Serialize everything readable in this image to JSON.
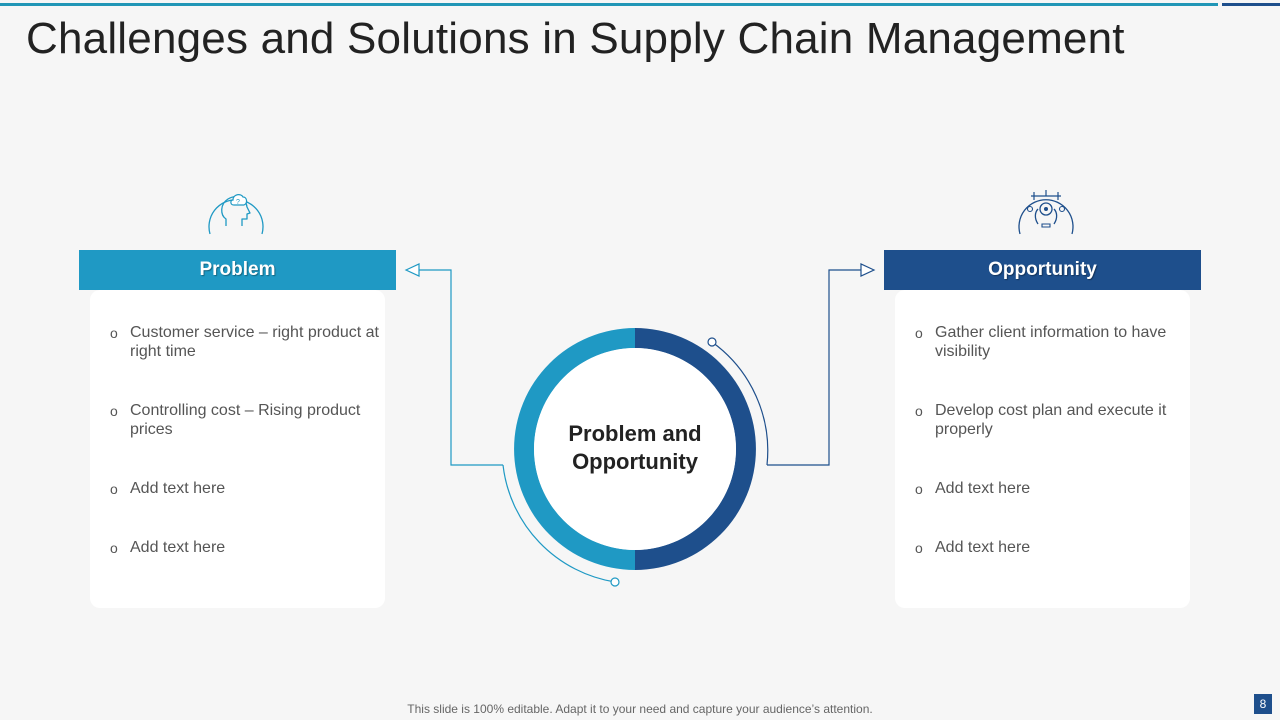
{
  "title": "Challenges and Solutions in Supply Chain Management",
  "center_label": "Problem and Opportunity",
  "problem": {
    "heading": "Problem",
    "icon": "head-question-icon",
    "items": [
      "Customer service – right product at right time",
      "Controlling cost – Rising product prices",
      "Add text here",
      "Add text here"
    ]
  },
  "opportunity": {
    "heading": "Opportunity",
    "icon": "head-gears-icon",
    "items": [
      "Gather client information to have visibility",
      "Develop cost plan and execute it properly",
      "Add text here",
      "Add text here"
    ]
  },
  "colors": {
    "problem": "#1f99c4",
    "opportunity": "#1e4f8c",
    "background": "#f6f6f6"
  },
  "footer": "This slide is 100% editable. Adapt it to your need and capture your audience’s attention.",
  "page_number": "8"
}
